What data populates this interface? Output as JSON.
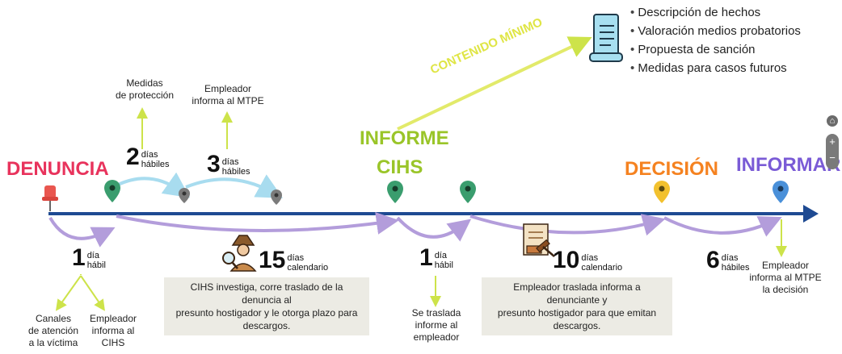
{
  "stages": {
    "denuncia": {
      "label": "DENUNCIA",
      "color": "#e8335c"
    },
    "informe": {
      "line1": "INFORME",
      "line2": "CIHS",
      "color": "#9ac529"
    },
    "decision": {
      "label": "DECISIÓN",
      "color": "#f58220"
    },
    "informar": {
      "label": "INFORMAR",
      "color": "#7a5bd6"
    }
  },
  "colors": {
    "timeline": "#1e4a92",
    "top_arc": "#a8dcef",
    "bottom_arc": "#b39ddb",
    "green_arrow": "#cde34a",
    "pin_green": "#3a9d6e",
    "pin_grey": "#7b7b7b",
    "pin_yellow": "#f2c12e",
    "pin_blue": "#4a90d9",
    "pushpin": "#e9564f"
  },
  "top_notes": {
    "medidas": "Medidas\nde protección",
    "empleador_mtpe": "Empleador\ninforma al MTPE"
  },
  "durations": {
    "d2": {
      "num": "2",
      "unit": "días\nhábiles"
    },
    "d3": {
      "num": "3",
      "unit": "días\nhábiles"
    },
    "d1a": {
      "num": "1",
      "unit": "día\nhábil"
    },
    "d15": {
      "num": "15",
      "unit": "días\ncalendario"
    },
    "d1b": {
      "num": "1",
      "unit": "día\nhábil"
    },
    "d10": {
      "num": "10",
      "unit": "días\ncalendario"
    },
    "d6": {
      "num": "6",
      "unit": "días\nhábiles"
    }
  },
  "contenido": {
    "label": "CONTENIDO MÍNIMO",
    "items": [
      "Descripción de hechos",
      "Valoración medios probatorios",
      "Propuesta de sanción",
      "Medidas para casos futuros"
    ]
  },
  "boxes": {
    "cihs": "CIHS investiga, corre traslado de la denuncia al\npresunto hostigador y le otorga plazo para descargos.",
    "empleador": "Empleador traslada informa a denunciante y\npresunto hostigador para que emitan descargos."
  },
  "bottom_notes": {
    "canales": "Canales\nde atención\na la víctima",
    "empleador_cihs": "Empleador\ninforma al\nCIHS",
    "traslada": "Se traslada\ninforme al\nempleador",
    "empleador_decision": "Empleador\ninforma al MTPE\nla decisión"
  },
  "icons": [
    "scroll-document-icon",
    "detective-icon",
    "gavel-document-icon",
    "home-icon",
    "zoom-in-icon",
    "zoom-out-icon",
    "pushpin-icon",
    "map-pin-icon"
  ]
}
